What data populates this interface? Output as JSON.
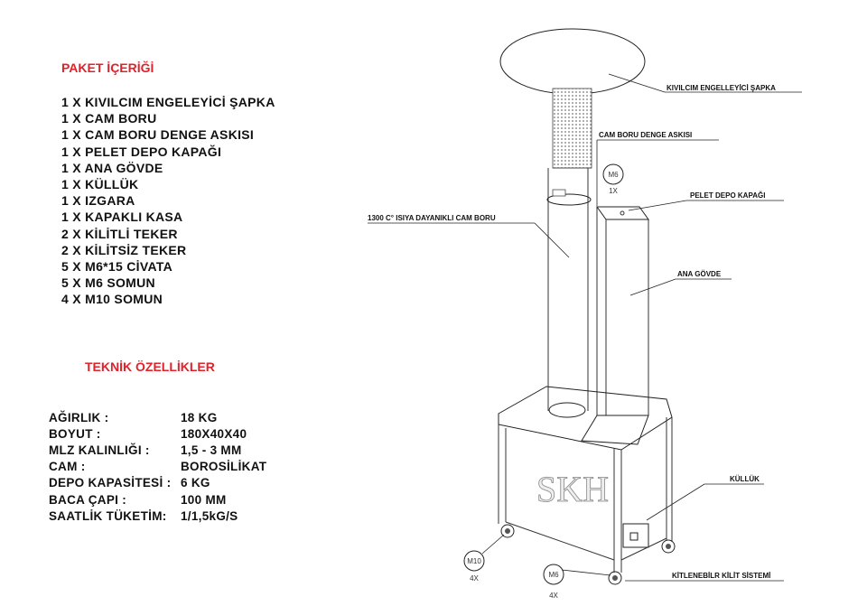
{
  "package": {
    "title": "PAKET İÇERİĞİ",
    "items": [
      "1 X KIVILCIM ENGELEYİCİ ŞAPKA",
      "1 X CAM BORU",
      "1 X CAM BORU DENGE ASKISI",
      "1 X PELET DEPO KAPAĞI",
      "1 X ANA GÖVDE",
      "1 X KÜLLÜK",
      "1 X IZGARA",
      "1 X KAPAKLI KASA",
      "2 X KİLİTLİ TEKER",
      "2 X KİLİTSİZ TEKER",
      "5 X M6*15 CİVATA",
      "5 X M6 SOMUN",
      "4 X M10 SOMUN"
    ]
  },
  "specs": {
    "title": "TEKNİK ÖZELLİKLER",
    "rows": [
      {
        "label": "AĞIRLIK :",
        "value": "18 KG"
      },
      {
        "label": "BOYUT :",
        "value": "180X40X40"
      },
      {
        "label": "MLZ KALINLIĞI :",
        "value": "1,5 - 3 MM"
      },
      {
        "label": "CAM  :",
        "value": "BOROSİLİKAT"
      },
      {
        "label": "DEPO KAPASİTESİ :",
        "value": "6 KG"
      },
      {
        "label": "BACA ÇAPI :",
        "value": "100 MM"
      },
      {
        "label": "SAATLİK TÜKETİM:",
        "value": "1/1,5kG/S"
      }
    ]
  },
  "drawing": {
    "labels": {
      "spark_hat": "KIVILCIM ENGELLEYİCİ ŞAPKA",
      "glass_hanger": "CAM BORU DENGE ASKISI",
      "pellet_lid": "PELET DEPO KAPAĞI",
      "glass_pipe": "1300 C° ISIYA DAYANIKLI CAM BORU",
      "main_body": "ANA GÖVDE",
      "ash_tray": "KÜLLÜK",
      "lock_system": "KİTLENEBİLR KİLİT SİSTEMİ"
    },
    "callouts": {
      "m6_top": "M6",
      "m6_top_qty": "1X",
      "m10": "M10",
      "m10_qty": "4X",
      "m6_bottom": "M6",
      "m6_bottom_qty": "4X"
    },
    "logo_text": "SKH"
  }
}
